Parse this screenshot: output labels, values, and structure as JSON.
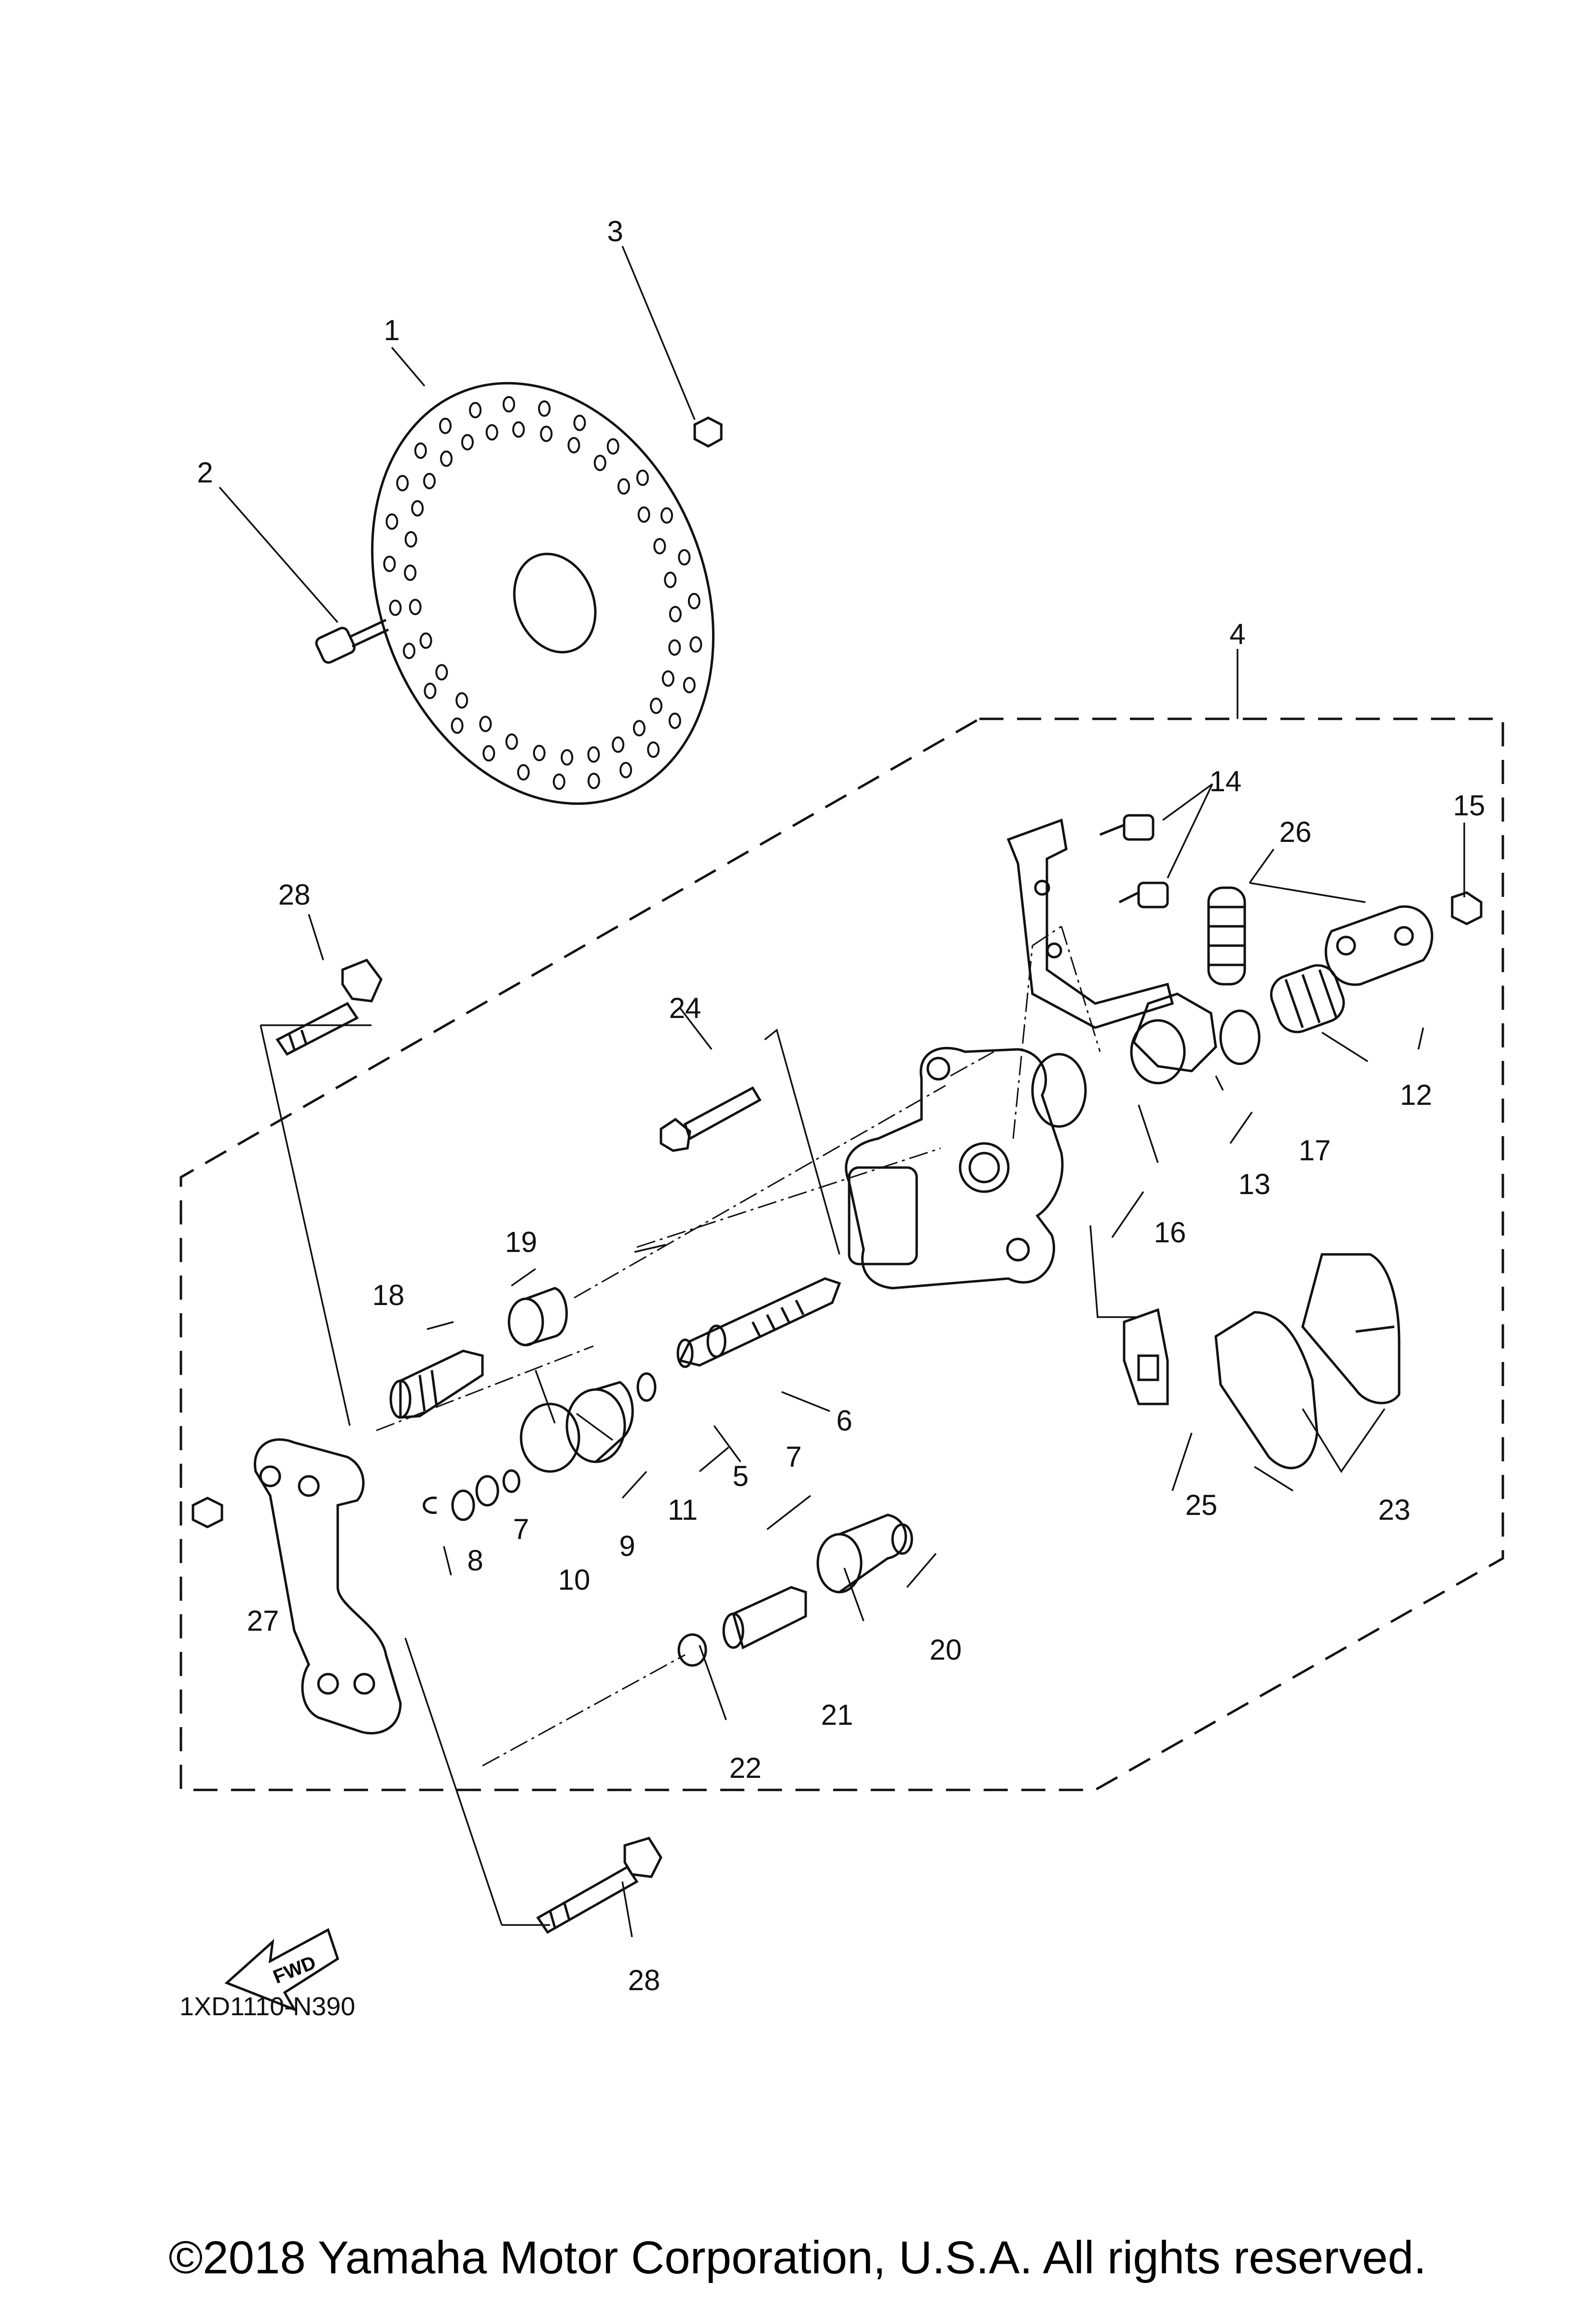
{
  "diagram": {
    "callouts": [
      "1",
      "2",
      "3",
      "4",
      "5",
      "6",
      "7",
      "7",
      "8",
      "9",
      "10",
      "11",
      "12",
      "13",
      "14",
      "15",
      "16",
      "17",
      "18",
      "19",
      "20",
      "21",
      "22",
      "23",
      "24",
      "25",
      "26",
      "27",
      "28",
      "28"
    ],
    "fwd_label": "FWD",
    "drawing_code": "1XD1110-N390"
  },
  "footer": {
    "copyright": "©2018 Yamaha Motor Corporation, U.S.A. All rights reserved."
  },
  "icons": [
    "fwd-arrow-icon"
  ]
}
